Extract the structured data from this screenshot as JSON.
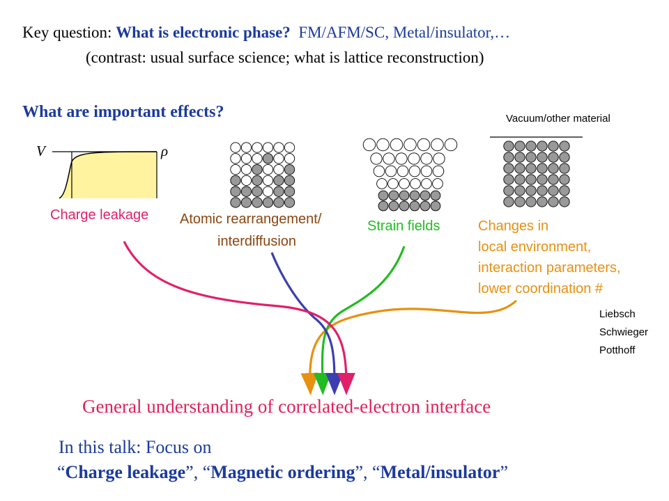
{
  "header": {
    "key_prefix": "Key question: ",
    "key_question": "What is electronic phase?",
    "key_options": "FM/AFM/SC, Metal/insulator,…",
    "contrast": "(contrast: usual surface science; what is lattice reconstruction)"
  },
  "effects_title": "What are important effects?",
  "leakage_panel": {
    "v_label": "V",
    "rho_label": "ρ",
    "caption": "Charge leakage"
  },
  "atomic_panel": {
    "caption_line1": "Atomic rearrangement/",
    "caption_line2": "interdiffusion"
  },
  "strain_panel": {
    "caption": "Strain fields"
  },
  "local_panel": {
    "vacuum_label": "Vacuum/other material",
    "line1": "Changes in",
    "line2": "local environment,",
    "line3": "interaction parameters,",
    "line4": "lower coordination #"
  },
  "references": [
    "Liebsch",
    "Schwieger",
    "Potthoff"
  ],
  "general": "General understanding of correlated-electron interface",
  "focus": {
    "intro": "In this talk: Focus on",
    "item1": "Charge leakage",
    "item2": "Magnetic ordering",
    "item3": "Metal/insulator",
    "open_quote": "“",
    "close_quote": "”",
    "sep": ", "
  },
  "colors": {
    "title_blue": "#1b3a9b",
    "leakage_pink": "#e0206a",
    "atomic_brown": "#8b4510",
    "strain_green": "#22bb22",
    "local_orange": "#e89010",
    "arrow_blue": "#3b3fb0",
    "general_pink": "#e0205a",
    "fill_yellow": "#fff3a0",
    "atom_gray": "#999999"
  }
}
